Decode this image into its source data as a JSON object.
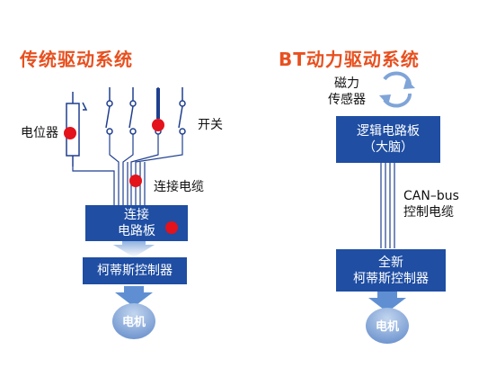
{
  "left": {
    "title": "传统驱动系统",
    "potentiometer_label": "电位器",
    "switch_label": "开关",
    "cable_label": "连接电缆",
    "board_line1": "连接",
    "board_line2": "电路板",
    "controller_label": "柯蒂斯控制器",
    "motor_label": "电机"
  },
  "right": {
    "title": "BT动力驱动系统",
    "sensor_line1": "磁力",
    "sensor_line2": "传感器",
    "logic_line1": "逻辑电路板",
    "logic_line2": "（大脑）",
    "can_line1": "CAN–bus",
    "can_line2": "控制电缆",
    "controller_line1": "全新",
    "controller_line2": "柯蒂斯控制器",
    "motor_label": "电机"
  },
  "colors": {
    "title": "#e8501f",
    "box_blue": "#1f4ea3",
    "dot_red": "#e3121b",
    "line_blue": "#1f3f8f"
  }
}
